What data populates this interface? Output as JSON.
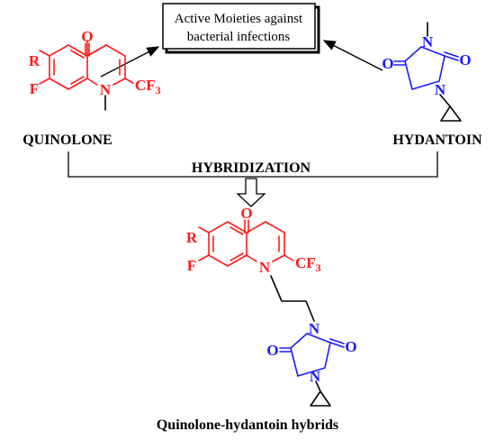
{
  "box": {
    "line1": "Active Moieties against",
    "line2": "bacterial infections"
  },
  "labels": {
    "quinolone": "QUINOLONE",
    "hydantoin": "HYDANTOIN",
    "hybridization": "HYBRIDIZATION",
    "hybrids": "Quinolone-hydantoin hybrids"
  },
  "atoms": {
    "oxygen": "O",
    "nitrogen": "N",
    "fluorine": "F",
    "r_group": "R",
    "cf": "CF",
    "sub3": "3"
  },
  "colors": {
    "quinolone": "#ff1a1a",
    "hydantoin": "#1a1aff",
    "linker": "#000000"
  }
}
